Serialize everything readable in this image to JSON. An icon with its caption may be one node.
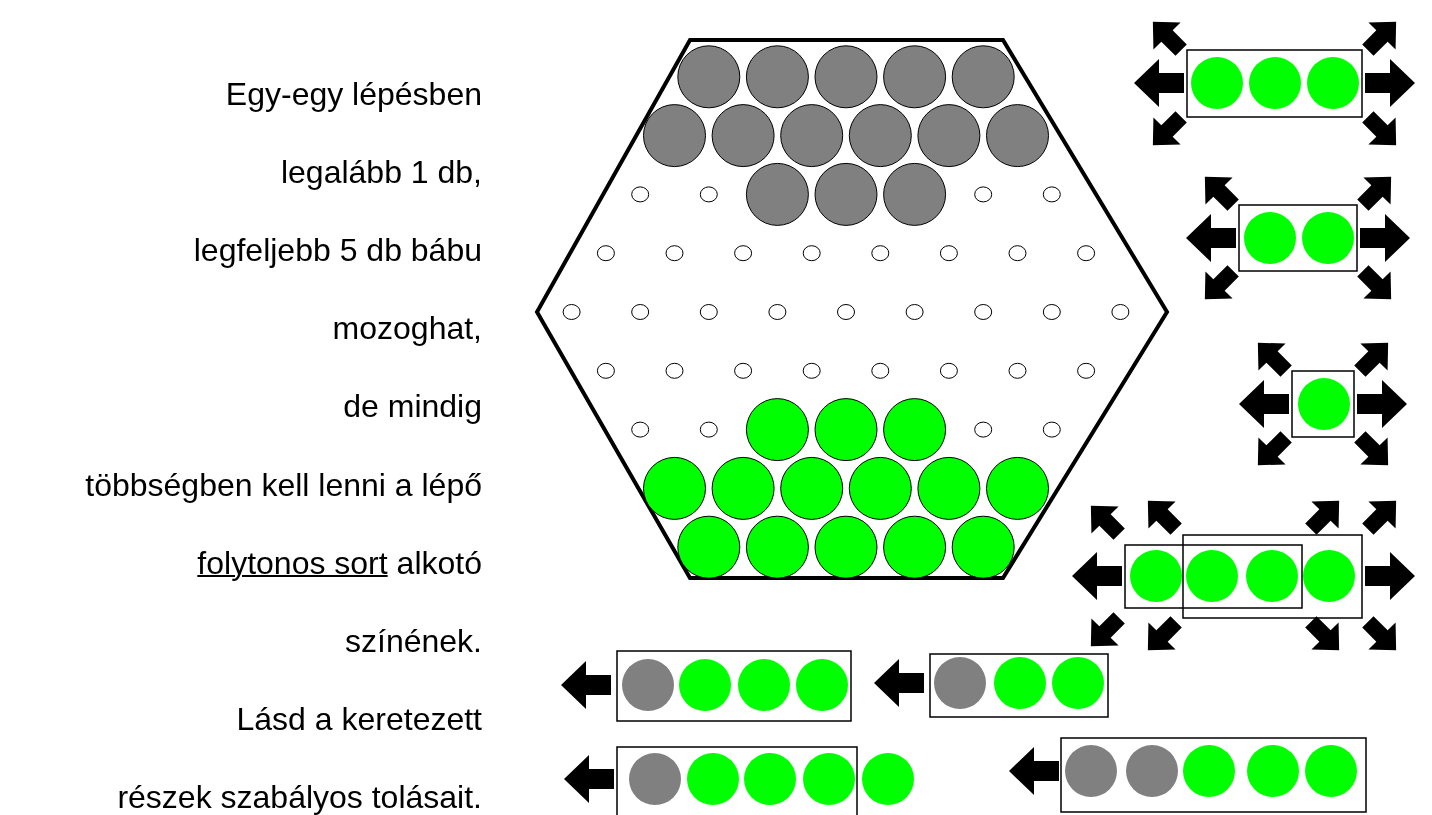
{
  "diagram": {
    "labels": [
      "Egy-egy lépésben",
      "legalább 1 db,",
      "legfeljebb 5 db bábu",
      "mozoghat,",
      "de mindig",
      "többségben kell lenni a lépő",
      "folytonos sort",
      "alkotó",
      "színének.",
      "Lásd a keretezett",
      "részek szabályos tolásait."
    ]
  }
}
